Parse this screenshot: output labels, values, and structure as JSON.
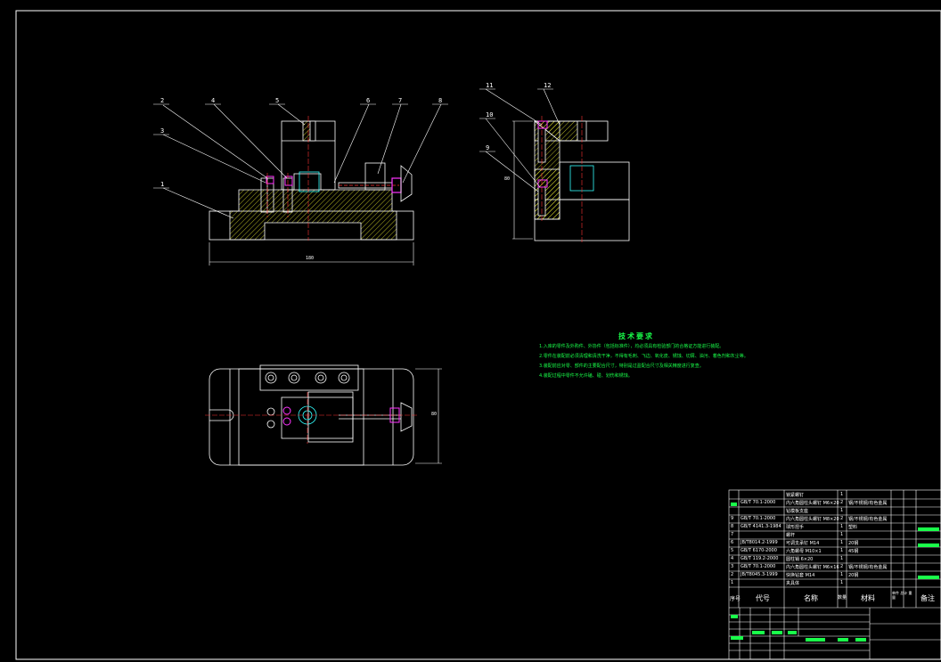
{
  "colors": {
    "background": "#000000",
    "line": "#ffffff",
    "hatch": "#ffff33",
    "center": "#ff3333",
    "fastener": "#ff33ff",
    "note": "#19ff4a",
    "bolt": "#33ffff"
  },
  "balloons": {
    "b2": "2",
    "b4": "4",
    "b5": "5",
    "b6": "6",
    "b7": "7",
    "b8": "8",
    "b3": "3",
    "b1": "1",
    "s11": "11",
    "s12": "12",
    "s10": "10",
    "s9": "9"
  },
  "dims": {
    "front_width": "180",
    "side_height": "80",
    "top_height": "80"
  },
  "tech": {
    "title": "技术要求",
    "lines": [
      "1.入库的零件及外购件、外协件（包括标准件），均必须具有检验部门的合格证方能进行装配。",
      "2.零件在装配前必须清理和清洗干净，不得有毛刺、飞边、氧化皮、锈蚀、切屑、油污、着色剂和灰尘等。",
      "3.装配前应对零、部件的主要配合尺寸，特别是过盈配合尺寸及相关精度进行复查。",
      "4.装配过程中零件不允许磕、碰、划伤和锈蚀。"
    ]
  },
  "bom": {
    "rows": [
      {
        "no": "",
        "code": "",
        "name": "锁紧螺钉",
        "qty": "1",
        "mat": ""
      },
      {
        "no": "",
        "code": "GB/T 70.1-2000",
        "name": "内六角圆柱头螺钉 M6×20",
        "qty": "2",
        "mat": "钢/不锈钢/有色金属"
      },
      {
        "no": "",
        "code": "",
        "name": "钻模板支座",
        "qty": "1",
        "mat": ""
      },
      {
        "no": "9",
        "code": "GB/T 70.1-2000",
        "name": "内六角圆柱头螺钉 M8×20",
        "qty": "2",
        "mat": "钢/不锈钢/有色金属"
      },
      {
        "no": "8",
        "code": "GB/T 4141.3-1984",
        "name": "球形捏手",
        "qty": "1",
        "mat": "塑料"
      },
      {
        "no": "7",
        "code": "",
        "name": "螺杆",
        "qty": "1",
        "mat": ""
      },
      {
        "no": "6",
        "code": "JB/T8014.2-1999",
        "name": "可调支承钉 M14",
        "qty": "1",
        "mat": "20钢"
      },
      {
        "no": "5",
        "code": "GB/T 6170-2000",
        "name": "六角螺母 M10×1",
        "qty": "1",
        "mat": "45钢"
      },
      {
        "no": "4",
        "code": "GB/T 119.2-2000",
        "name": "圆柱销 6×20",
        "qty": "1",
        "mat": ""
      },
      {
        "no": "3",
        "code": "GB/T 70.1-2000",
        "name": "内六角圆柱头螺钉 M6×16",
        "qty": "2",
        "mat": "钢/不锈钢/有色金属"
      },
      {
        "no": "2",
        "code": "JB/T8045.3-1999",
        "name": "快换钻套 M14",
        "qty": "1",
        "mat": "20钢"
      },
      {
        "no": "1",
        "code": "",
        "name": "夹具体",
        "qty": "1",
        "mat": ""
      }
    ],
    "header": {
      "no": "序号",
      "code": "代号",
      "name": "名称",
      "qty": "数量",
      "mat": "材料",
      "weight": "单件 总计 重量",
      "note": "备注"
    }
  }
}
